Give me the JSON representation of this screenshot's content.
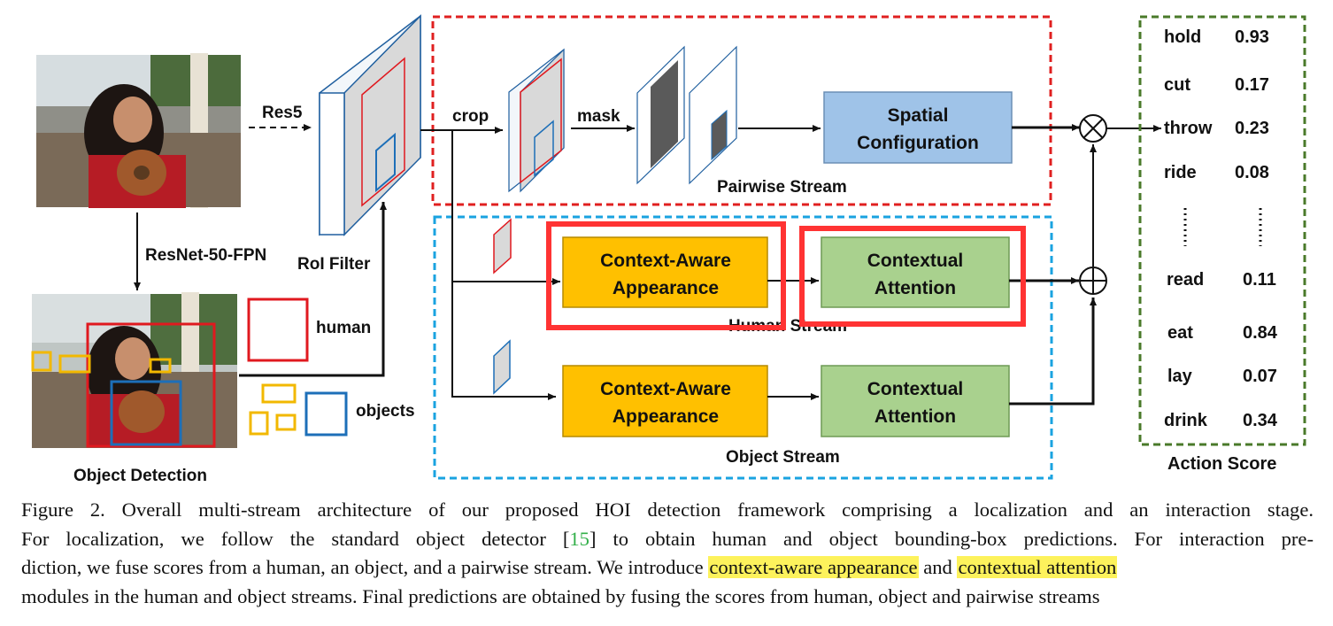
{
  "diagram": {
    "labels": {
      "res5": "Res5",
      "resnet": "ResNet-50-FPN",
      "roi_filter": "RoI Filter",
      "object_detection": "Object Detection",
      "human": "human",
      "objects": "objects",
      "crop": "crop",
      "mask": "mask",
      "pairwise_stream": "Pairwise Stream",
      "human_stream": "Human Stream",
      "object_stream": "Object Stream",
      "action_score": "Action Score"
    },
    "boxes": {
      "spatial_line1": "Spatial",
      "spatial_line2": "Configuration",
      "caa_line1": "Context-Aware",
      "caa_line2": "Appearance",
      "ca_line1": "Contextual",
      "ca_line2": "Attention"
    },
    "actions": [
      {
        "name": "hold",
        "score": "0.93"
      },
      {
        "name": "cut",
        "score": "0.17"
      },
      {
        "name": "throw",
        "score": "0.23"
      },
      {
        "name": "ride",
        "score": "0.08"
      },
      {
        "name": "read",
        "score": "0.11"
      },
      {
        "name": "eat",
        "score": "0.84"
      },
      {
        "name": "lay",
        "score": "0.07"
      },
      {
        "name": "drink",
        "score": "0.34"
      }
    ],
    "colors": {
      "pairwise_border": "#e02020",
      "object_border": "#1aa3e0",
      "action_border": "#4a7a2a",
      "spatial_fill": "#9fc3e8",
      "appearance_fill": "#ffc000",
      "attention_fill": "#a9d18e",
      "highlight": "#ff3333"
    }
  },
  "caption": {
    "l1": "Figure 2. Overall multi-stream architecture of our proposed HOI detection framework comprising a localization and an interaction stage.",
    "l2a": "For localization, we follow the standard object detector [",
    "l2ref": "15",
    "l2b": "] to obtain human and object bounding-box predictions. For interaction pre-",
    "l3a": "diction, we fuse scores from a human, an object, and a pairwise stream. We introduce ",
    "l3h1": "context-aware appearance",
    "l3b": " and ",
    "l3h2": "contextual attention",
    "l4": "modules in the human and object streams. Final predictions are obtained by fusing the scores from human, object and pairwise streams"
  }
}
